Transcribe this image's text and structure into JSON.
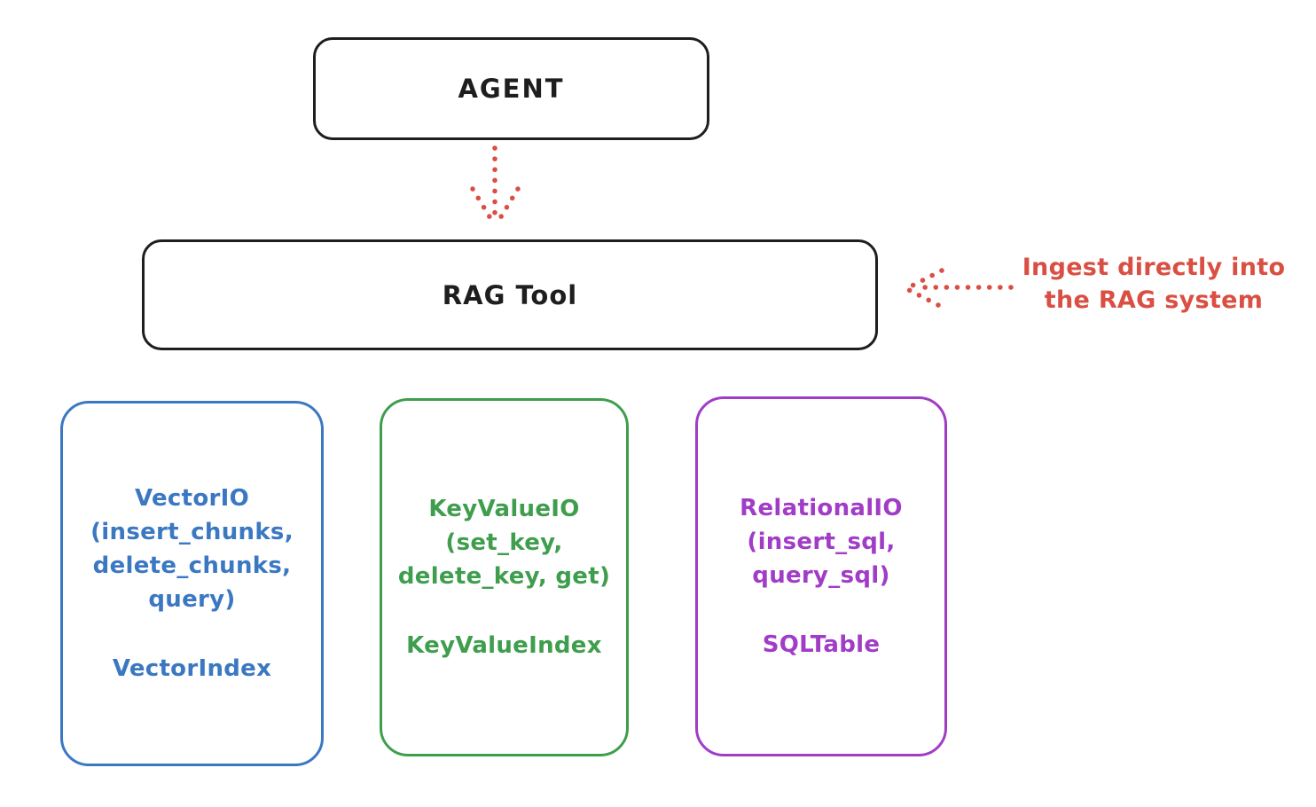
{
  "diagram": {
    "agent": {
      "label": "AGENT"
    },
    "rag_tool": {
      "label": "RAG Tool"
    },
    "annotation": {
      "line1": "Ingest directly into",
      "line2": "the RAG system"
    },
    "io_boxes": [
      {
        "id": "vector-io",
        "lines": [
          "VectorIO",
          "(insert_chunks,",
          "delete_chunks,",
          "query)"
        ],
        "index_label": "VectorIndex",
        "color": "#3b78c2"
      },
      {
        "id": "keyvalue-io",
        "lines": [
          "KeyValueIO",
          "(set_key,",
          "delete_key, get)"
        ],
        "index_label": "KeyValueIndex",
        "color": "#3f9e4d"
      },
      {
        "id": "relational-io",
        "lines": [
          "RelationalIO",
          "(insert_sql,",
          "query_sql)"
        ],
        "index_label": "SQLTable",
        "color": "#a13cc7"
      }
    ],
    "colors": {
      "outline_black": "#1e1e1e",
      "accent_red": "#d94f43",
      "vector_blue": "#3b78c2",
      "keyvalue_green": "#3f9e4d",
      "relational_purple": "#a13cc7",
      "background": "#ffffff"
    }
  }
}
